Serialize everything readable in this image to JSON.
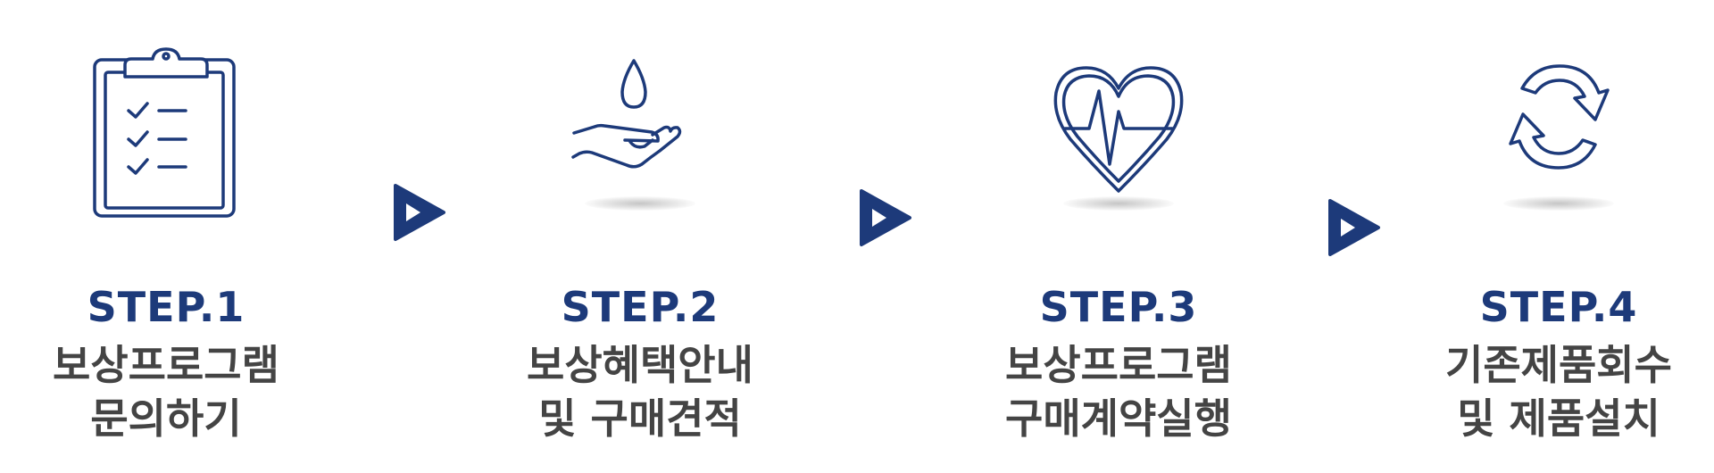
{
  "colors": {
    "brand_navy": "#1d3a7a",
    "text_gray": "#444444",
    "icon_stroke": "#1d3a7a"
  },
  "steps": [
    {
      "label": "STEP.1",
      "icon": "clipboard-checklist-icon",
      "line1": "보상프로그램",
      "line2": "문의하기"
    },
    {
      "label": "STEP.2",
      "icon": "hand-water-drop-icon",
      "line1": "보상혜택안내",
      "line2": "및 구매견적"
    },
    {
      "label": "STEP.3",
      "icon": "heart-pulse-icon",
      "line1": "보상프로그램",
      "line2": "구매계약실행"
    },
    {
      "label": "STEP.4",
      "icon": "recycle-arrows-icon",
      "line1": "기존제품회수",
      "line2": "및 제품설치"
    }
  ],
  "arrows": [
    {
      "icon": "play-arrow-icon"
    },
    {
      "icon": "play-arrow-icon"
    },
    {
      "icon": "play-arrow-icon"
    }
  ]
}
